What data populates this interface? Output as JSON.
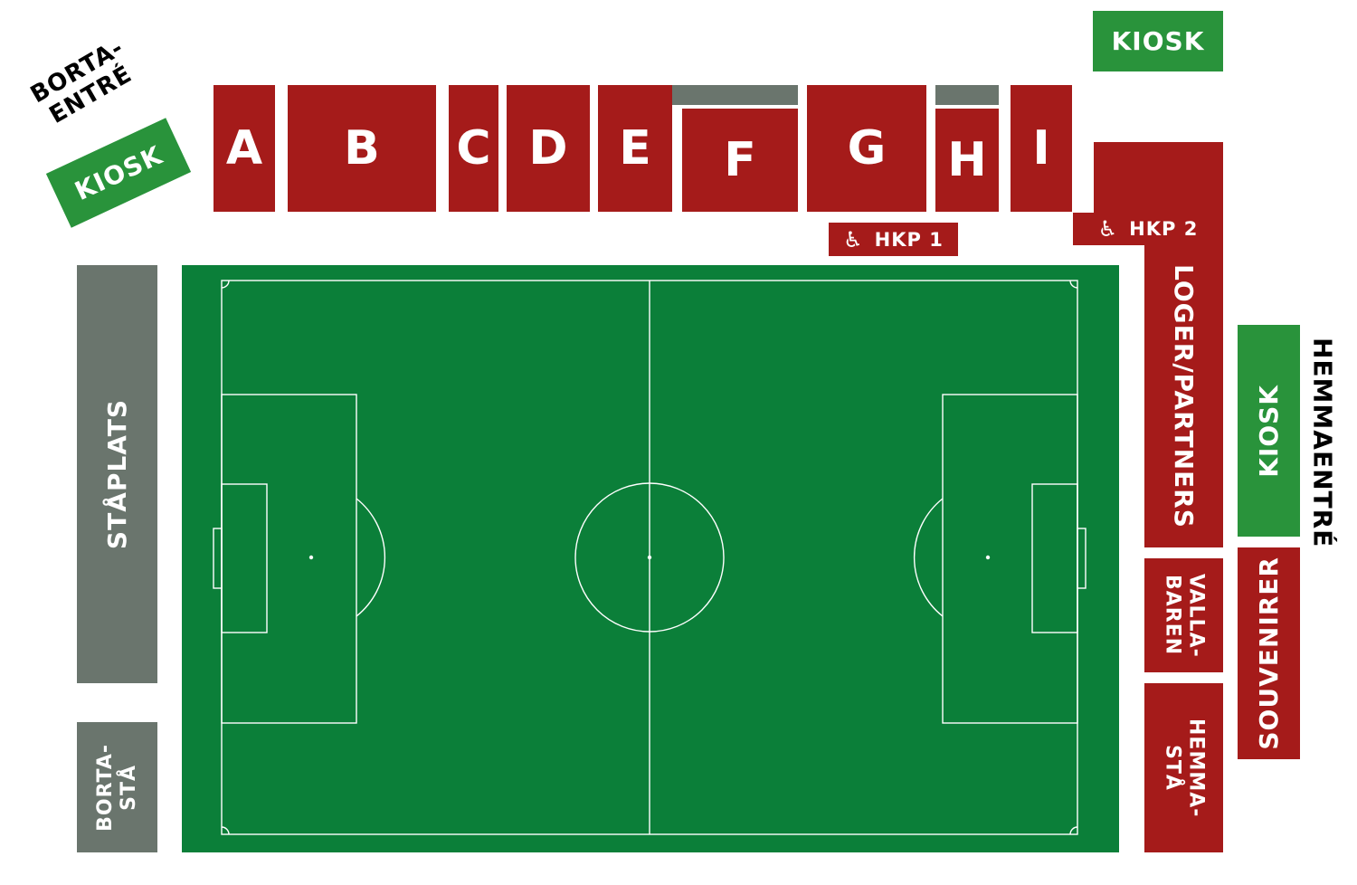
{
  "labels": {
    "away_entrance": "BORTA-\nENTRÉ",
    "home_entrance": "HEMMAENTRÉ",
    "kiosk_top": "KIOSK",
    "kiosk_left": "KIOSK",
    "kiosk_right": "KIOSK",
    "standing": "STÅPLATS",
    "away_standing": "BORTA-\nSTÅ",
    "home_standing": "HEMMA-\nSTÅ",
    "boxes": "LOGER/PARTNERS",
    "bar": "VALLA-\nBAREN",
    "souvenirs": "SOUVENIRER",
    "hkp1": "HKP 1",
    "hkp2": "HKP 2"
  },
  "sections": [
    "A",
    "B",
    "C",
    "D",
    "E",
    "F",
    "G",
    "H",
    "I"
  ],
  "icons": {
    "accessible": "wheelchair-icon"
  },
  "colors": {
    "section_red": "#a51b1a",
    "kiosk_green": "#29933b",
    "standing_grey": "#6a756d",
    "pitch_green": "#0b7f39"
  }
}
